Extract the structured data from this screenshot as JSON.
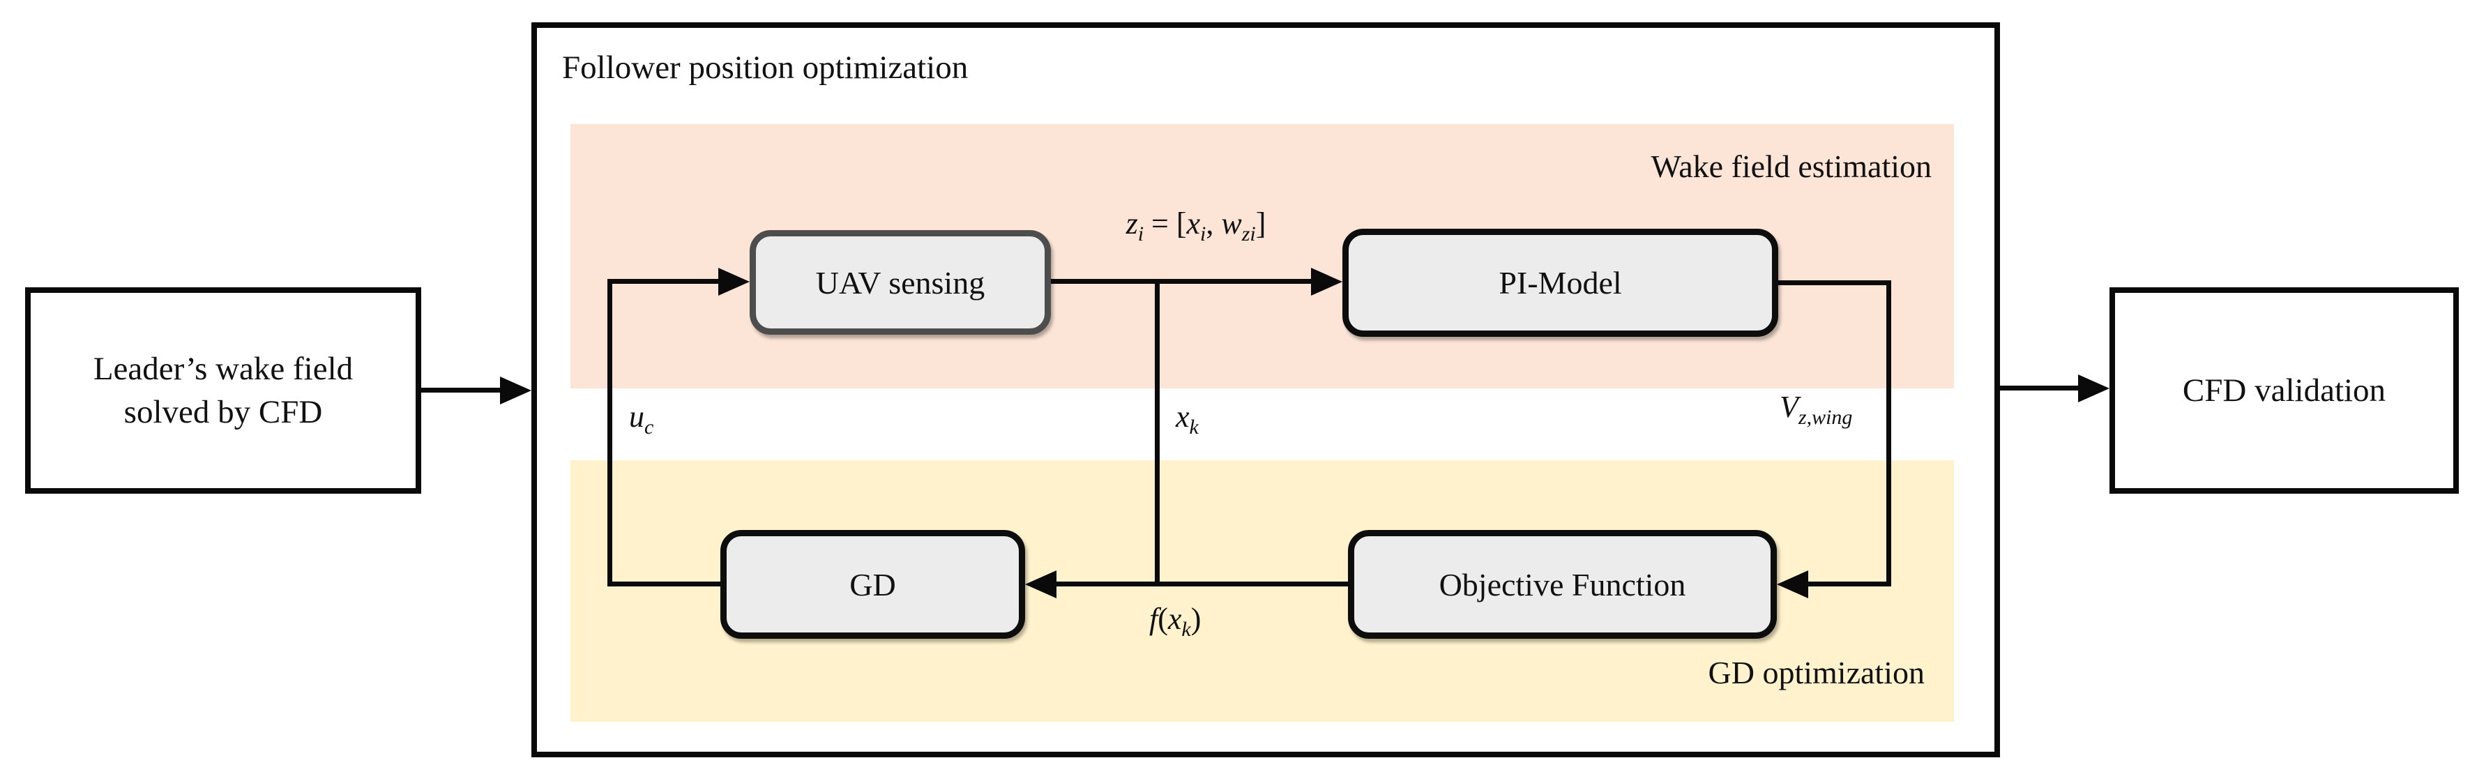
{
  "colors": {
    "wake_band": "#fce4d6",
    "gd_band": "#fff2cc",
    "node_fill": "#ececec",
    "uav_border": "#4d4d4d",
    "line_black": "#0a0a0a"
  },
  "container": {
    "title": "Follower position optimization"
  },
  "left_box": {
    "line1": "Leader’s wake field",
    "line2": "solved by CFD"
  },
  "cfd_box": {
    "label": "CFD validation"
  },
  "bands": {
    "wake_label": "Wake field estimation",
    "gd_label": "GD optimization"
  },
  "nodes": {
    "uav_label": "UAV sensing",
    "pi_label": "PI-Model",
    "gd_label": "GD",
    "objective_label": "Objective Function"
  },
  "math": {
    "z_expr": {
      "z": "z",
      "z_sub": "i",
      "equals": " = ",
      "open_bracket": "[",
      "x": "x",
      "x_sub": "i",
      "comma": ", ",
      "w": "w",
      "w_sub": "zi",
      "close_bracket": "]"
    },
    "u": {
      "main": "u",
      "sub": "c"
    },
    "xk": {
      "main": "x",
      "sub": "k"
    },
    "v": {
      "main": "V",
      "sub": "z,wing"
    },
    "f": {
      "fn": "f",
      "open_paren": "(",
      "arg": "x",
      "arg_sub": "k",
      "close_paren": ")"
    }
  }
}
